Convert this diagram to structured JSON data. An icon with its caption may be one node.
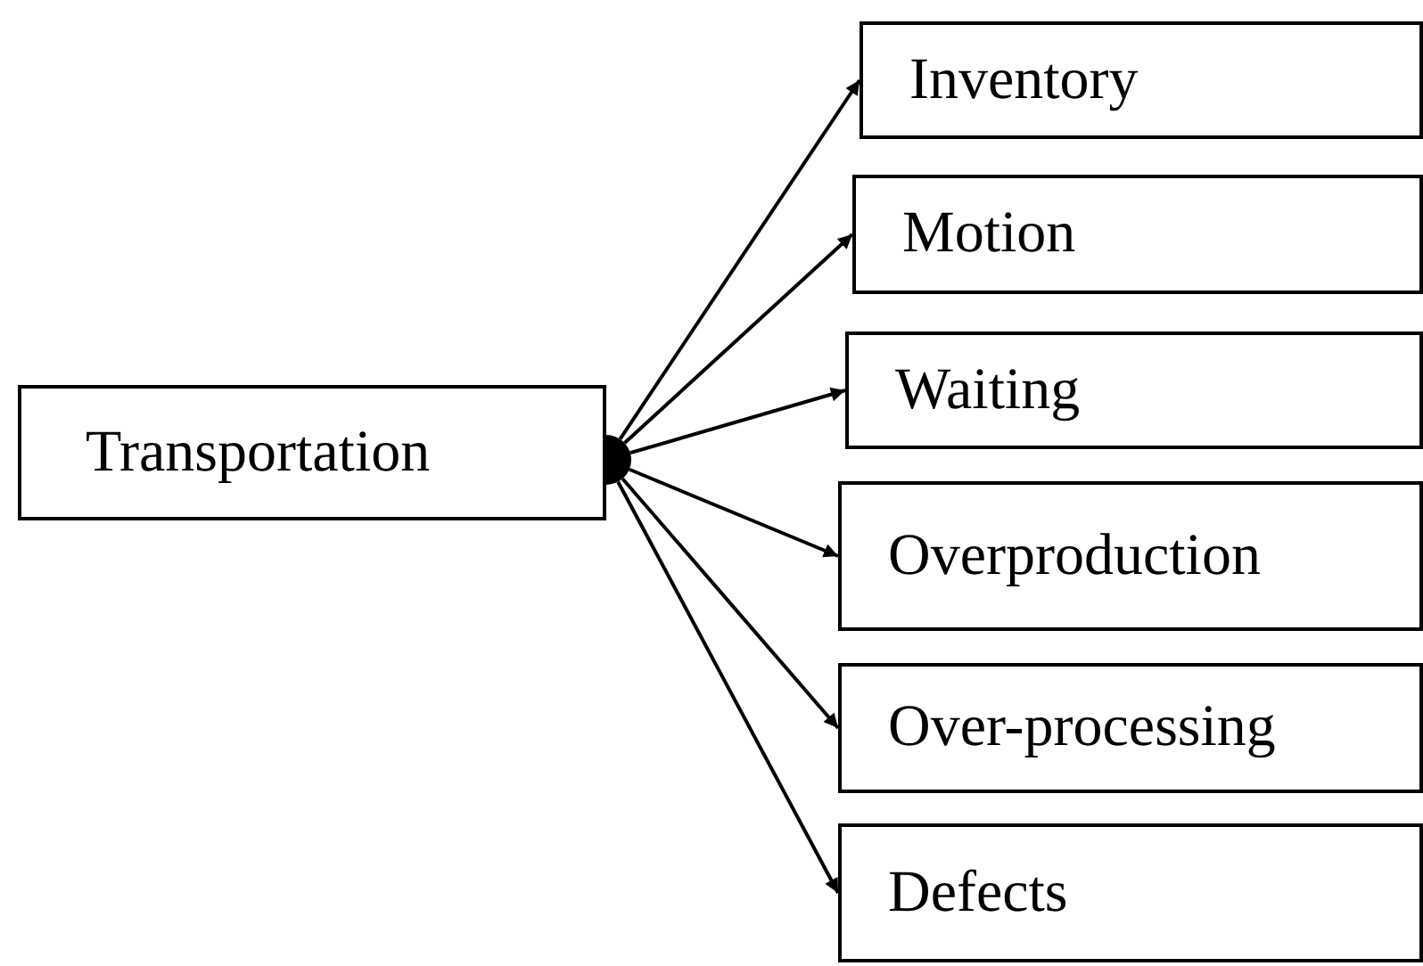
{
  "diagram": {
    "nodes": [
      {
        "text": [
          "Transportation"
        ]
      },
      {
        "text": [],
        "shape": "circle"
      },
      {
        "text": [
          "Inventory"
        ]
      },
      {
        "text": [
          "Motion"
        ]
      },
      {
        "text": [
          "Waiting"
        ]
      },
      {
        "text": [
          "Overproduction"
        ]
      },
      {
        "text": [
          "Over-processing"
        ]
      },
      {
        "text": [
          "Defects"
        ]
      }
    ],
    "edges": [
      {
        "from": 1,
        "to": 2,
        "arrow": "to"
      },
      {
        "from": 1,
        "to": 3,
        "arrow": "to"
      },
      {
        "from": 1,
        "to": 4,
        "arrow": "to"
      },
      {
        "from": 1,
        "to": 5,
        "arrow": "to"
      },
      {
        "from": 1,
        "to": 6,
        "arrow": "to"
      },
      {
        "from": 1,
        "to": 7,
        "arrow": "to"
      }
    ]
  }
}
